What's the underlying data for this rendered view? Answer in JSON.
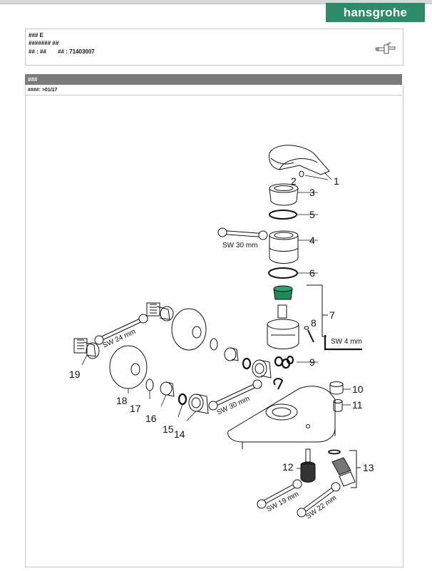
{
  "header": {
    "brand": "hansgrohe",
    "line1": "### E",
    "line2": "####### ##",
    "line3_label_a": "## : ##",
    "line3_label_b": "## : 71403007"
  },
  "section": {
    "title": "###",
    "subtitle": "####: >01/17"
  },
  "diagram": {
    "part_numbers": [
      "1",
      "2",
      "3",
      "4",
      "5",
      "6",
      "7",
      "8",
      "9",
      "10",
      "11",
      "12",
      "13",
      "14",
      "15",
      "16",
      "17",
      "18",
      "19"
    ],
    "wrench_labels": {
      "sw30_top": "SW 30 mm",
      "sw24": "SW 24 mm",
      "sw30_mid": "SW 30 mm",
      "sw4": "SW 4 mm",
      "sw19": "SW 19 mm",
      "sw22": "SW 22 mm"
    }
  }
}
